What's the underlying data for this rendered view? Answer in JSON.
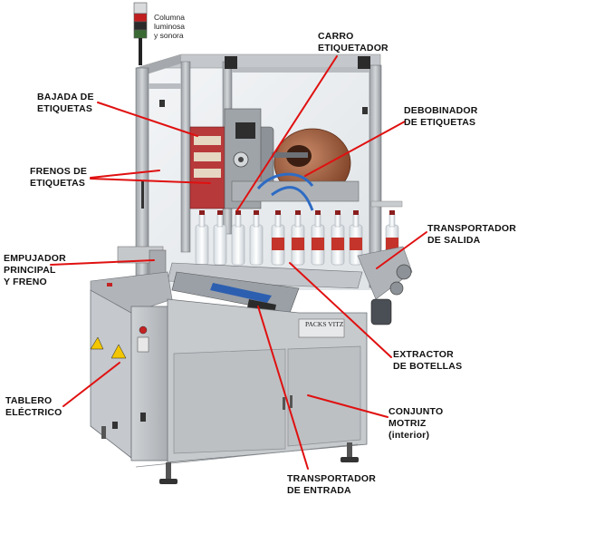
{
  "machine": {
    "brand_plate": "PACKS VITZ",
    "colors": {
      "frame": "#b4b8bc",
      "frame_dark": "#7d8186",
      "panel": "#c9cccf",
      "glass": "#eef1f3",
      "leader": "#e01010",
      "label_red": "#c4342a",
      "bottle_cap": "#8a1e1e"
    }
  },
  "callouts": {
    "columna": "Columna\nluminosa\ny sonora",
    "carro": "CARRO\nETIQUETADOR",
    "bajada": "BAJADA DE\nETIQUETAS",
    "debobinador": "DEBOBINADOR\nDE ETIQUETAS",
    "frenos": "FRENOS DE\nETIQUETAS",
    "transp_salida": "TRANSPORTADOR\nDE SALIDA",
    "empujador": "EMPUJADOR\nPRINCIPAL\nY FRENO",
    "extractor": "EXTRACTOR\nDE BOTELLAS",
    "tablero": "TABLERO\nELÉCTRICO",
    "conjunto": "CONJUNTO\nMOTRIZ\n(interior)",
    "transp_entrada": "TRANSPORTADOR\nDE ENTRADA"
  }
}
